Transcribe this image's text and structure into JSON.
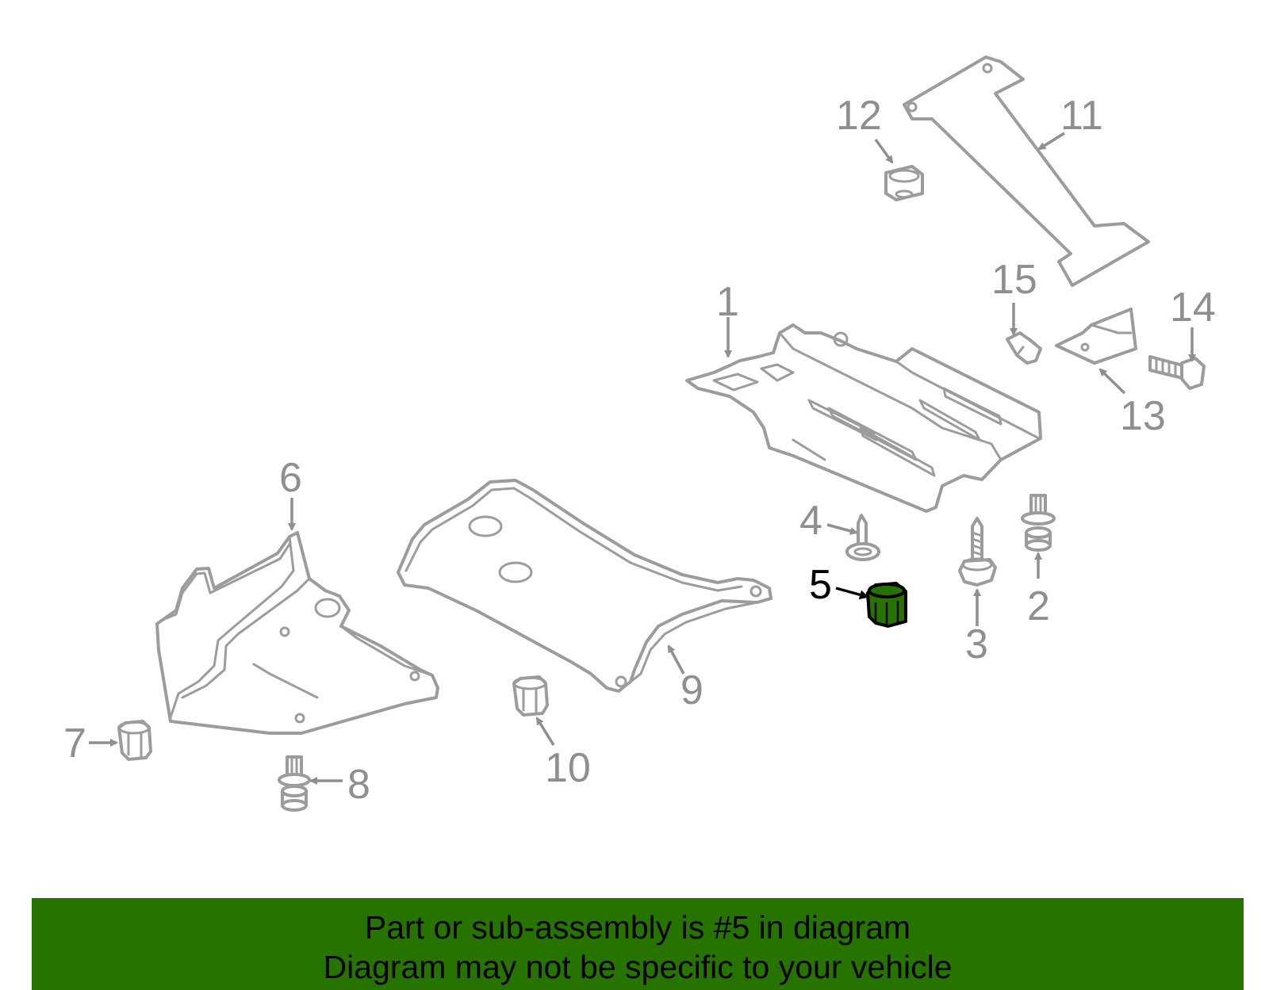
{
  "diagram": {
    "highlighted_part": "5",
    "highlight_color": "#267300",
    "part_color": "#9c9c9c",
    "callouts": {
      "c1": "1",
      "c2": "2",
      "c3": "3",
      "c4": "4",
      "c5": "5",
      "c6": "6",
      "c7": "7",
      "c8": "8",
      "c9": "9",
      "c10": "10",
      "c11": "11",
      "c12": "12",
      "c13": "13",
      "c14": "14",
      "c15": "15"
    }
  },
  "banner": {
    "line1": "Part or sub-assembly is #5 in diagram",
    "line2": "Diagram may not be specific to your vehicle",
    "background": "#267300"
  }
}
